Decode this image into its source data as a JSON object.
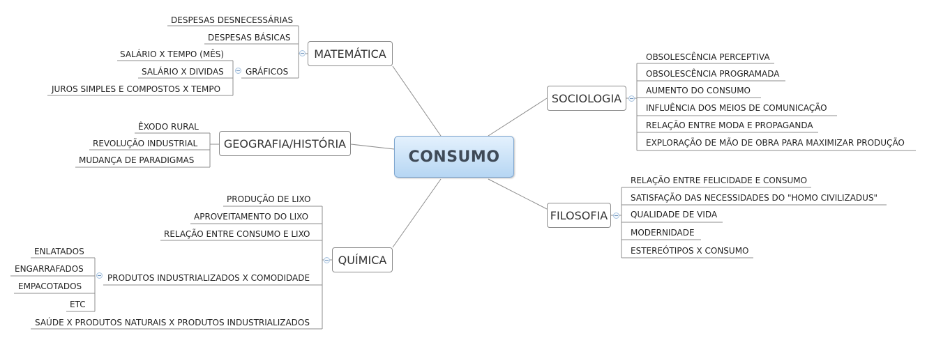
{
  "central": "CONSUMO",
  "topics": {
    "matematica": {
      "label": "MATEMÁTICA",
      "items": [
        "DESPESAS DESNECESSÁRIAS",
        "DESPESAS BÁSICAS",
        "GRÁFICOS"
      ],
      "graficos": [
        "SALÁRIO X TEMPO (MÊS)",
        "SALÁRIO X DIVIDAS",
        "JUROS SIMPLES E COMPOSTOS X TEMPO"
      ]
    },
    "geografia": {
      "label": "GEOGRAFIA/HISTÓRIA",
      "items": [
        "ÊXODO RURAL",
        "REVOLUÇÃO INDUSTRIAL",
        "MUDANÇA DE PARADIGMAS"
      ]
    },
    "quimica": {
      "label": "QUÍMICA",
      "items": [
        "PRODUÇÃO DE LIXO",
        "APROVEITAMENTO DO LIXO",
        "RELAÇÃO ENTRE CONSUMO E LIXO",
        "PRODUTOS INDUSTRIALIZADOS X COMODIDADE",
        "SAÚDE X PRODUTOS NATURAIS X PRODUTOS INDUSTRIALIZADOS"
      ],
      "produtos": [
        "ENLATADOS",
        "ENGARRAFADOS",
        "EMPACOTADOS",
        "ETC"
      ]
    },
    "sociologia": {
      "label": "SOCIOLOGIA",
      "items": [
        "OBSOLESCÊNCIA PERCEPTIVA",
        "OBSOLESCÊNCIA PROGRAMADA",
        "AUMENTO DO CONSUMO",
        "INFLUÊNCIA DOS MEIOS DE COMUNICAÇÃO",
        "RELAÇÃO ENTRE MODA E PROPAGANDA",
        "EXPLORAÇÃO DE MÃO DE OBRA PARA MAXIMIZAR PRODUÇÃO"
      ]
    },
    "filosofia": {
      "label": "FILOSOFIA",
      "items": [
        "RELAÇÃO ENTRE FELICIDADE E CONSUMO",
        "SATISFAÇÃO DAS NECESSIDADES DO \"HOMO CIVILIZADUS\"",
        "QUALIDADE DE VIDA",
        "MODERNIDADE",
        "ESTEREÓTIPOS X CONSUMO"
      ]
    }
  },
  "colors": {
    "line": "#8c8c8c",
    "central_fill_top": "#e4f1fd",
    "central_fill_bottom": "#b6d6f3",
    "central_text": "#3f4a57"
  }
}
